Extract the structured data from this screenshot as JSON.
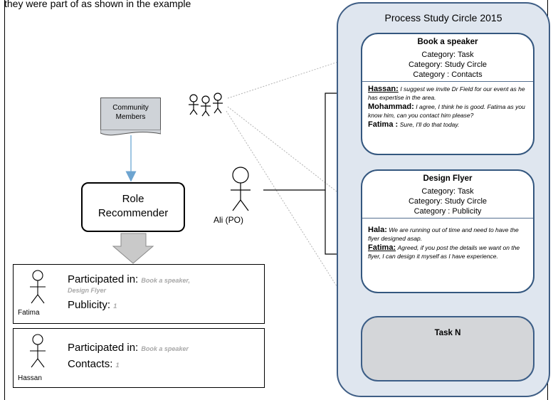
{
  "top_note": "they were part of as shown in the example",
  "panel": {
    "title": "Process Study Circle 2015",
    "tasks": [
      {
        "title": "Book a speaker",
        "categories": [
          "Category: Task",
          "Category: Study Circle",
          "Category : Contacts"
        ],
        "messages": [
          {
            "name": "Hassan:",
            "text": "I suggest we invite Dr Field for our event as he has expertise  in the area."
          },
          {
            "name": "Mohammad:",
            "text": "I agree, I think he is good. Fatima as you know him, can you contact him please?"
          },
          {
            "name": "Fatima :",
            "text": "Sure, I'll do that today."
          }
        ]
      },
      {
        "title": "Design Flyer",
        "categories": [
          "Category: Task",
          "Category: Study Circle",
          "Category : Publicity"
        ],
        "messages": [
          {
            "name": "Hala:",
            "text": "We are running out of time  and need to have the flyer designed asap."
          },
          {
            "name": "Fatima:",
            "text": "Agreed, if you post the details we want on the flyer, I can design it myself as I have experience."
          }
        ]
      },
      {
        "title": "Task N"
      }
    ]
  },
  "community": {
    "label_line1": "Community",
    "label_line2": "Members"
  },
  "role_recommender": {
    "line1": "Role",
    "line2": "Recommender"
  },
  "actor": {
    "label": "Ali (PO)"
  },
  "results": [
    {
      "name": "Fatima",
      "participated_label": "Participated in:",
      "participated_value_line1": "Book a speaker,",
      "participated_value_line2": "Design Flyer",
      "metric_label": "Publicity:",
      "metric_value": "1"
    },
    {
      "name": "Hassan",
      "participated_label": "Participated in:",
      "participated_value_line1": "Book a speaker",
      "metric_label": "Contacts:",
      "metric_value": "1"
    }
  ],
  "colors": {
    "panel_fill": "#dfe6ef",
    "panel_border": "#3f5e85",
    "card_border": "#34577f",
    "taskn_fill": "#d4d6d9",
    "connector_blue": "#7fb2d9",
    "dotted_arrow": "#b3b3b3",
    "arrow_fill": "#c9c9c9"
  }
}
